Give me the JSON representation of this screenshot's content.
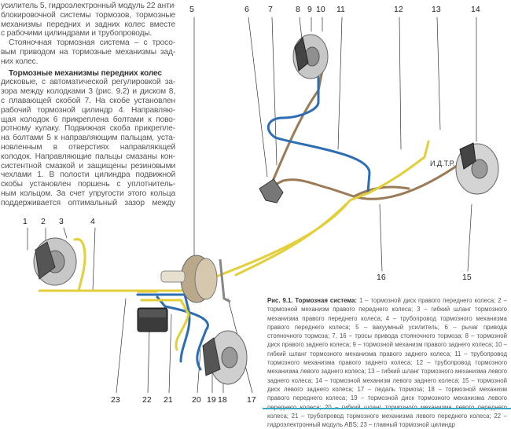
{
  "body_text": {
    "lines": [
      "усилитель 5, гидроэлектронный модуль 22 анти-",
      "блокировочной системы тормозов, тормозные",
      "механизмы передних и задних колес вместе",
      "с рабочими цилиндрами и трубопроводы.",
      "Стояночная тормозная система – с тросо-",
      "вым приводом на тормозные механизмы зад-",
      "них колес.",
      "дисковые, с автоматической регулировкой за-",
      "зора между колодками 3 (рис. 9.2) и диском 8,",
      "с плавающей скобой 7. На скобе установлен",
      "рабочий тормозной цилиндр 4. Направляю-",
      "щая колодок 6 прикреплена болтами к пово-",
      "ротному кулаку. Подвижная скоба прикрепле-",
      "на болтами 5 к направляющим пальцам, уста-",
      "новленным в отверстиях направляющей",
      "колодок. Направляющие пальцы смазаны кон-",
      "систентной смазкой и защищены резиновыми",
      "чехлами 1. В полости цилиндра подвижной",
      "скобы установлен поршень с уплотнитель-",
      "ным кольцом. За счет упругости этого кольца",
      "поддерживается оптимальный зазор между"
    ],
    "heading": "Тормозные механизмы передних колес"
  },
  "diagram": {
    "labels": [
      "1",
      "2",
      "3",
      "4",
      "5",
      "6",
      "7",
      "8",
      "9",
      "10",
      "11",
      "12",
      "13",
      "14",
      "15",
      "16",
      "17",
      "18",
      "19",
      "20",
      "21",
      "22",
      "23"
    ],
    "marking": "И.Д.Т.Р.",
    "colors": {
      "brake_line_yellow": "#e3cf3a",
      "brake_line_blue": "#2d6db4",
      "cable_brown": "#9b7b57",
      "disc_grey": "#9a9a9a",
      "accent_rule": "#3aa7c6"
    }
  },
  "caption": {
    "title": "Рис. 9.1. Тормозная система:",
    "text": "1 – тормозной диск правого переднего колеса; 2 – тормозной механизм правого переднего колеса; 3 – гибкий шланг тормозного механизма правого переднего колеса; 4 – трубопровод тормозного механизма правого переднего колеса; 5 – вакуумный усилитель; 6 – рычаг привода стояночного тормоза; 7, 16 – тросы привода стояночного тормоза; 8 – тормозной диск правого заднего колеса; 9 – тормозной механизм правого заднего колеса; 10 – гибкий шланг тормозного механизма правого заднего колеса; 11 – трубопровод тормозного механизма правого заднего колеса; 12 – трубопровод тормозного механизма левого заднего колеса; 13 – гибкий шланг тормозного механизма левого заднего колеса; 14 – тормозной механизм левого заднего колеса; 15 – тормозной диск левого заднего колеса; 17 – педаль тормоза; 18 – тормозной механизм правого переднего колеса; 19 – тормозной диск тормозного механизма левого переднего колеса; 20 – гибкий шланг тормозного механизма левого переднего колеса; 21 – трубопровод тормозного механизма левого переднего колеса; 22 – гидроэлектронный модуль ABS; 23 – главный тормозной цилиндр"
  }
}
